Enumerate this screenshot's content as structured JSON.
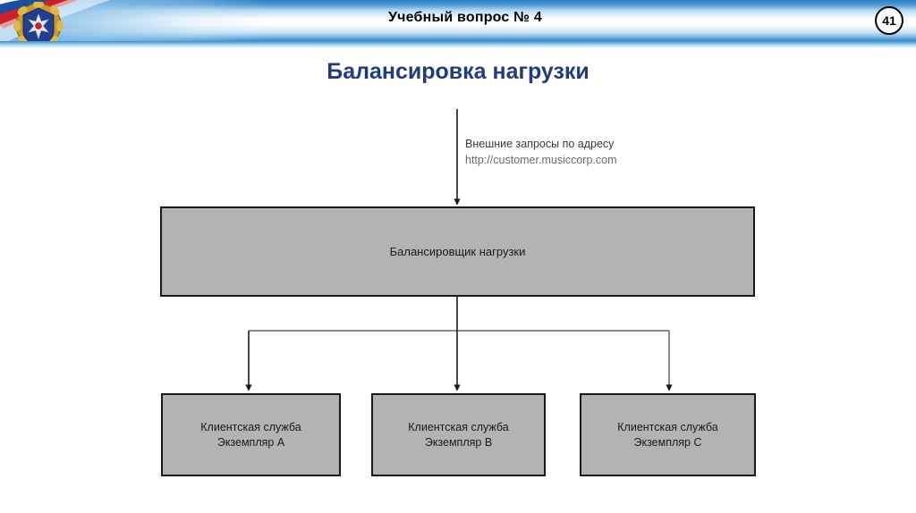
{
  "header": {
    "title": "Учебный вопрос № 4",
    "slide_number": "41",
    "emblem_name": "russian-mod-emblem"
  },
  "slide": {
    "title": "Балансировка нагрузки"
  },
  "diagram": {
    "type": "flow-diagram",
    "external_request": {
      "line1": "Внешние запросы по адресу",
      "line2": "http://customer.musiccorp.com"
    },
    "balancer": {
      "label": "Балансировщик нагрузки"
    },
    "instances": [
      {
        "line1": "Клиентская служба",
        "line2": "Экземпляр A"
      },
      {
        "line1": "Клиентская служба",
        "line2": "Экземпляр B"
      },
      {
        "line1": "Клиентская служба",
        "line2": "Экземпляр C"
      }
    ],
    "colors": {
      "box_fill": "#b3b3b3",
      "box_border": "#1a1a1a",
      "title": "#1f3c81",
      "connector": "#1a1a1a"
    }
  }
}
